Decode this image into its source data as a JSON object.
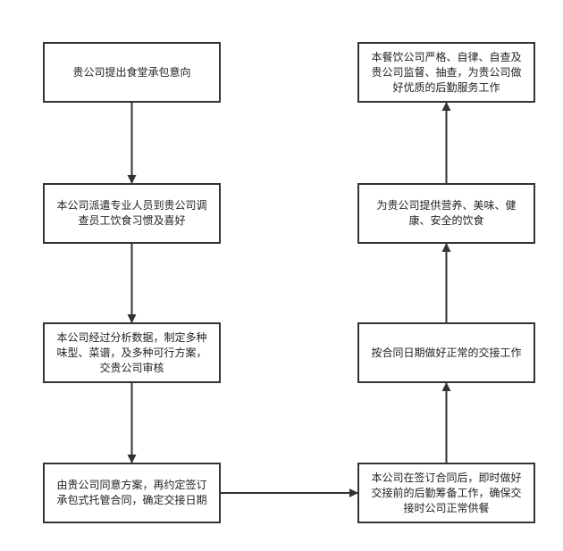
{
  "colors": {
    "stroke": "#333333",
    "text": "#222222",
    "background": "#ffffff"
  },
  "nodes": [
    {
      "id": "n1",
      "text": "贵公司提出食堂承包意向"
    },
    {
      "id": "n2",
      "text": "本公司派遣专业人员到贵公司调查员工饮食习惯及喜好"
    },
    {
      "id": "n3",
      "text": "本公司经过分析数据，制定多种味型、菜谱，及多种可行方案，交贵公司审核"
    },
    {
      "id": "n4",
      "text": "由贵公司同意方案，再约定签订承包式托管合同，确定交接日期"
    },
    {
      "id": "n5",
      "text": "本公司在签订合同后，即时做好交接前的后勤筹备工作，确保交接时公司正常供餐"
    },
    {
      "id": "n6",
      "text": "按合同日期做好正常的交接工作"
    },
    {
      "id": "n7",
      "text": "为贵公司提供营养、美味、健康、安全的饮食"
    },
    {
      "id": "n8",
      "text": "本餐饮公司严格、自律、自查及贵公司监督、抽查，为贵公司做好优质的后勤服务工作"
    }
  ],
  "edges": [
    {
      "from": "n1",
      "to": "n2"
    },
    {
      "from": "n2",
      "to": "n3"
    },
    {
      "from": "n3",
      "to": "n4"
    },
    {
      "from": "n4",
      "to": "n5"
    },
    {
      "from": "n5",
      "to": "n6"
    },
    {
      "from": "n6",
      "to": "n7"
    },
    {
      "from": "n7",
      "to": "n8"
    }
  ]
}
